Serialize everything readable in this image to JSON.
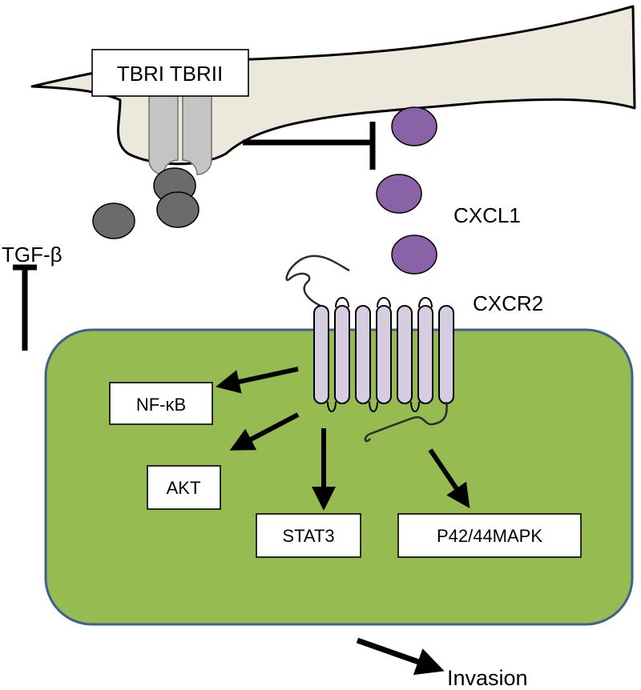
{
  "labels": {
    "receptor": "TBRI TBRII",
    "ligand": "CXCL1",
    "ligand_receptor": "CXCR2",
    "tgf": "TGF-β",
    "invasion": "Invasion"
  },
  "pathways": {
    "nfkb": "NF-κB",
    "akt": "AKT",
    "stat3": "STAT3",
    "mapk": "P42/44MAPK"
  },
  "colors": {
    "fibroblast_fill": "#ece9dc",
    "receptor_fill": "#c4c4c4",
    "tgf_ligand_fill": "#6b6b6b",
    "cxcl1_fill": "#8a62a8",
    "tumor_cell_fill": "#96bb50",
    "tumor_cell_stroke": "#3f5f8f",
    "cxcr2_fill": "#d7cde0"
  }
}
